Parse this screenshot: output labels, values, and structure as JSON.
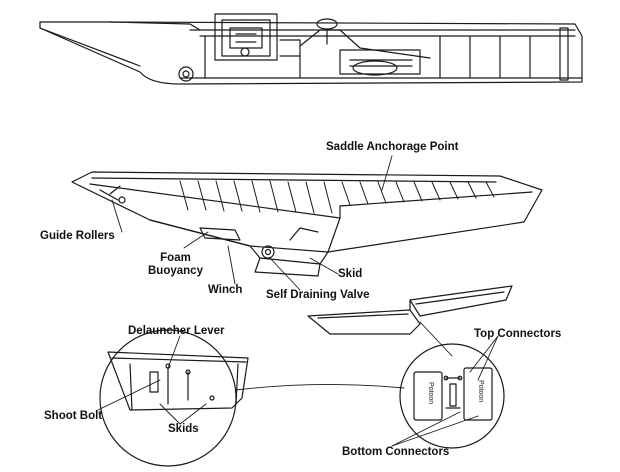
{
  "labels": {
    "saddle_anchorage_point": "Saddle Anchorage Point",
    "guide_rollers": "Guide Rollers",
    "foam_buoyancy": "Foam\nBuoyancy",
    "winch": "Winch",
    "skid": "Skid",
    "self_draining_valve": "Self Draining Valve",
    "delauncher_lever": "Delauncher Lever",
    "shoot_bolt": "Shoot Bolt",
    "skids": "Skids",
    "top_connectors": "Top Connectors",
    "bottom_connectors": "Bottom Connectors",
    "potoon_left": "Potoon",
    "potoon_right": "Potoon"
  },
  "colors": {
    "line": "#1a1a1a",
    "background": "#ffffff"
  }
}
